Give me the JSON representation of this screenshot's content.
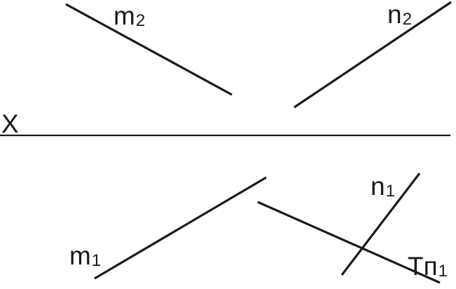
{
  "labels": {
    "m2": {
      "main": "m",
      "sub": "2"
    },
    "n2": {
      "main": "n",
      "sub": "2"
    },
    "x": {
      "main": "X"
    },
    "m1": {
      "main": "m",
      "sub": "1"
    },
    "n1": {
      "main": "n",
      "sub": "1"
    },
    "tp1": {
      "main": "Tп",
      "sub": "1"
    }
  },
  "colors": {
    "stroke": "#1a1a1a",
    "background": "#ffffff"
  }
}
